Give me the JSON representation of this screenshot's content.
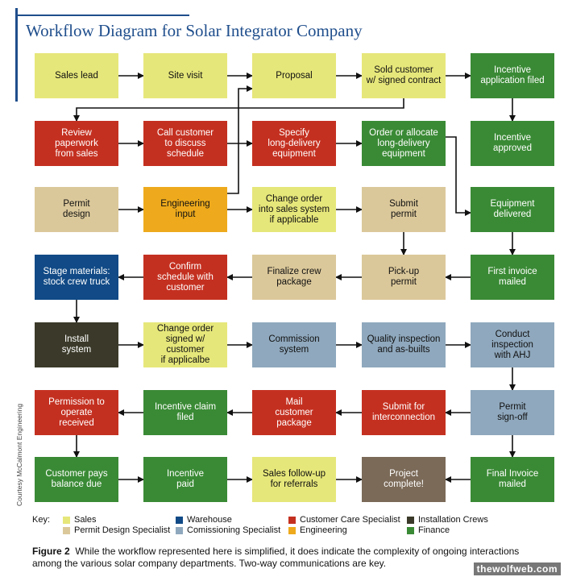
{
  "title": "Workflow Diagram for Solar Integrator Company",
  "colors": {
    "sales": "#e6e77a",
    "permit": "#dbc89a",
    "warehouse": "#114a86",
    "commissioning": "#8fa8bd",
    "customer_care": "#c43020",
    "engineering": "#eeaa1c",
    "installation": "#3b3a2a",
    "finance": "#3a8a35",
    "misc": "#7b6a58"
  },
  "boxes": [
    {
      "id": "sales_lead",
      "label": "Sales lead",
      "dept": "sales"
    },
    {
      "id": "site_visit",
      "label": "Site visit",
      "dept": "sales"
    },
    {
      "id": "proposal",
      "label": "Proposal",
      "dept": "sales"
    },
    {
      "id": "sold_customer",
      "label": "Sold customer\nw/ signed contract",
      "dept": "sales"
    },
    {
      "id": "incentive_app",
      "label": "Incentive\napplication filed",
      "dept": "finance"
    },
    {
      "id": "review_paperwork",
      "label": "Review\npaperwork\nfrom sales",
      "dept": "customer_care"
    },
    {
      "id": "call_customer",
      "label": "Call customer\nto discuss\nschedule",
      "dept": "customer_care"
    },
    {
      "id": "specify_equipment",
      "label": "Specify\nlong-delivery\nequipment",
      "dept": "customer_care"
    },
    {
      "id": "order_allocate",
      "label": "Order or allocate\nlong-delivery\nequipment",
      "dept": "finance"
    },
    {
      "id": "incentive_approved",
      "label": "Incentive\napproved",
      "dept": "finance"
    },
    {
      "id": "permit_design",
      "label": "Permit\ndesign",
      "dept": "permit"
    },
    {
      "id": "engineering_input",
      "label": "Engineering\ninput",
      "dept": "engineering"
    },
    {
      "id": "change_order_sales",
      "label": "Change order\ninto sales system\nif applicable",
      "dept": "sales"
    },
    {
      "id": "submit_permit",
      "label": "Submit\npermit",
      "dept": "permit"
    },
    {
      "id": "equipment_delivered",
      "label": "Equipment\ndelivered",
      "dept": "finance"
    },
    {
      "id": "stage_materials",
      "label": "Stage materials:\nstock crew truck",
      "dept": "warehouse"
    },
    {
      "id": "confirm_schedule",
      "label": "Confirm\nschedule with\ncustomer",
      "dept": "customer_care"
    },
    {
      "id": "finalize_crew",
      "label": "Finalize crew\npackage",
      "dept": "permit"
    },
    {
      "id": "pickup_permit",
      "label": "Pick-up\npermit",
      "dept": "permit"
    },
    {
      "id": "first_invoice",
      "label": "First invoice\nmailed",
      "dept": "finance"
    },
    {
      "id": "install_system",
      "label": "Install\nsystem",
      "dept": "installation"
    },
    {
      "id": "change_order_signed",
      "label": "Change order\nsigned w/ customer\nif applicalbe",
      "dept": "sales"
    },
    {
      "id": "commission_system",
      "label": "Commission\nsystem",
      "dept": "commissioning"
    },
    {
      "id": "quality_inspection",
      "label": "Quality inspection\nand as-builts",
      "dept": "commissioning"
    },
    {
      "id": "conduct_inspection",
      "label": "Conduct\ninspection\nwith AHJ",
      "dept": "commissioning"
    },
    {
      "id": "permission_operate",
      "label": "Permission to\noperate\nreceived",
      "dept": "customer_care"
    },
    {
      "id": "incentive_claim",
      "label": "Incentive claim\nfiled",
      "dept": "finance"
    },
    {
      "id": "mail_package",
      "label": "Mail\ncustomer\npackage",
      "dept": "customer_care"
    },
    {
      "id": "submit_interconnection",
      "label": "Submit for\ninterconnection",
      "dept": "customer_care"
    },
    {
      "id": "permit_signoff",
      "label": "Permit\nsign-off",
      "dept": "commissioning"
    },
    {
      "id": "customer_pays",
      "label": "Customer pays\nbalance due",
      "dept": "finance"
    },
    {
      "id": "incentive_paid",
      "label": "Incentive\npaid",
      "dept": "finance"
    },
    {
      "id": "sales_followup",
      "label": "Sales follow-up\nfor referrals",
      "dept": "sales"
    },
    {
      "id": "project_complete",
      "label": "Project\ncomplete!",
      "dept": "misc"
    },
    {
      "id": "final_invoice",
      "label": "Final Invoice\nmailed",
      "dept": "finance"
    }
  ],
  "legend": {
    "key_label": "Key:",
    "items": [
      {
        "label": "Sales",
        "dept": "sales"
      },
      {
        "label": "Warehouse",
        "dept": "warehouse"
      },
      {
        "label": "Customer Care Specialist",
        "dept": "customer_care"
      },
      {
        "label": "Installation Crews",
        "dept": "installation"
      },
      {
        "label": "Permit Design Specialist",
        "dept": "permit"
      },
      {
        "label": "Comissioning Specialist",
        "dept": "commissioning"
      },
      {
        "label": "Engineering",
        "dept": "engineering"
      },
      {
        "label": "Finance",
        "dept": "finance"
      }
    ]
  },
  "credit": "Courtesy McCalmont Engineering",
  "caption": {
    "figure_label": "Figure 2",
    "text": "While the workflow represented here is simplified, it does indicate the complexity of ongoing interactions among the various solar company departments. Two-way communications are key."
  },
  "watermark": "thewolfweb.com"
}
